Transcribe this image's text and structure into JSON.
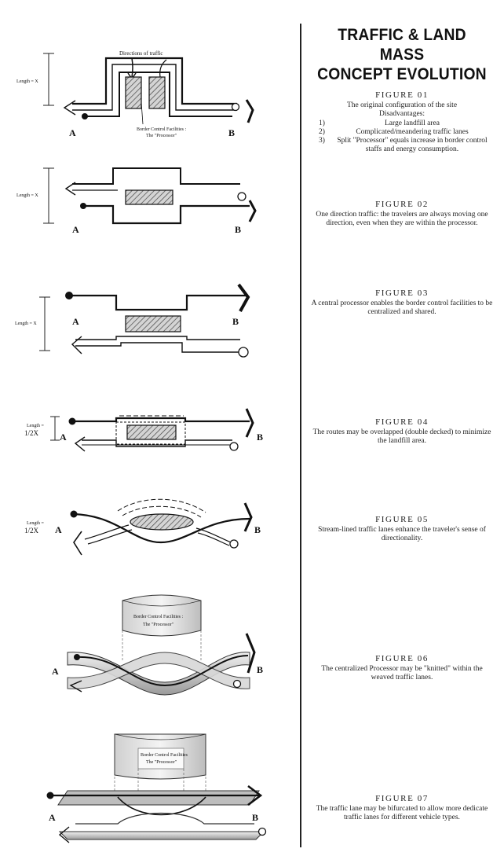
{
  "title": {
    "line1": "TRAFFIC & LAND MASS",
    "line2": "CONCEPT EVOLUTION"
  },
  "labels": {
    "a": "A",
    "b": "B",
    "length_x": "Length = X",
    "length_half_top": "Length =",
    "length_half_bottom": "1/2X",
    "directions": "Directions of traffic",
    "processor_line1": "Border Control Facilities :",
    "processor_line2": "The \"Processor\"",
    "processor_alt_line1": "Border Control Facilities",
    "processor_alt_line2": "The \"Processor\""
  },
  "figures": [
    {
      "id": "FIGURE 01",
      "lines": [
        "The original configuration of the site",
        "Disadvantages:"
      ],
      "list": [
        {
          "n": "1)",
          "t": "Large landfill area"
        },
        {
          "n": "2)",
          "t": "Complicated/meandering traffic lanes"
        },
        {
          "n": "3)",
          "t": "Split \"Processor\" equals increase in border control staffs and energy consumption."
        }
      ]
    },
    {
      "id": "FIGURE 02",
      "lines": [
        "One direction traffic: the travelers are always moving one direction, even when they are within the processor."
      ]
    },
    {
      "id": "FIGURE 03",
      "lines": [
        "A central processor enables the border control facilities to be centralized and shared."
      ]
    },
    {
      "id": "FIGURE 04",
      "lines": [
        "The routes may be overlapped (double decked) to minimize the landfill area."
      ]
    },
    {
      "id": "FIGURE 05",
      "lines": [
        "Stream-lined traffic lanes enhance the traveler's sense of directionality."
      ]
    },
    {
      "id": "FIGURE 06",
      "lines": [
        "The centralized Processor may be \"knitted\" within the weaved traffic lanes."
      ]
    },
    {
      "id": "FIGURE 07",
      "lines": [
        "The traffic lane may be bifurcated to allow more dedicate traffic lanes for different vehicle types."
      ]
    }
  ]
}
